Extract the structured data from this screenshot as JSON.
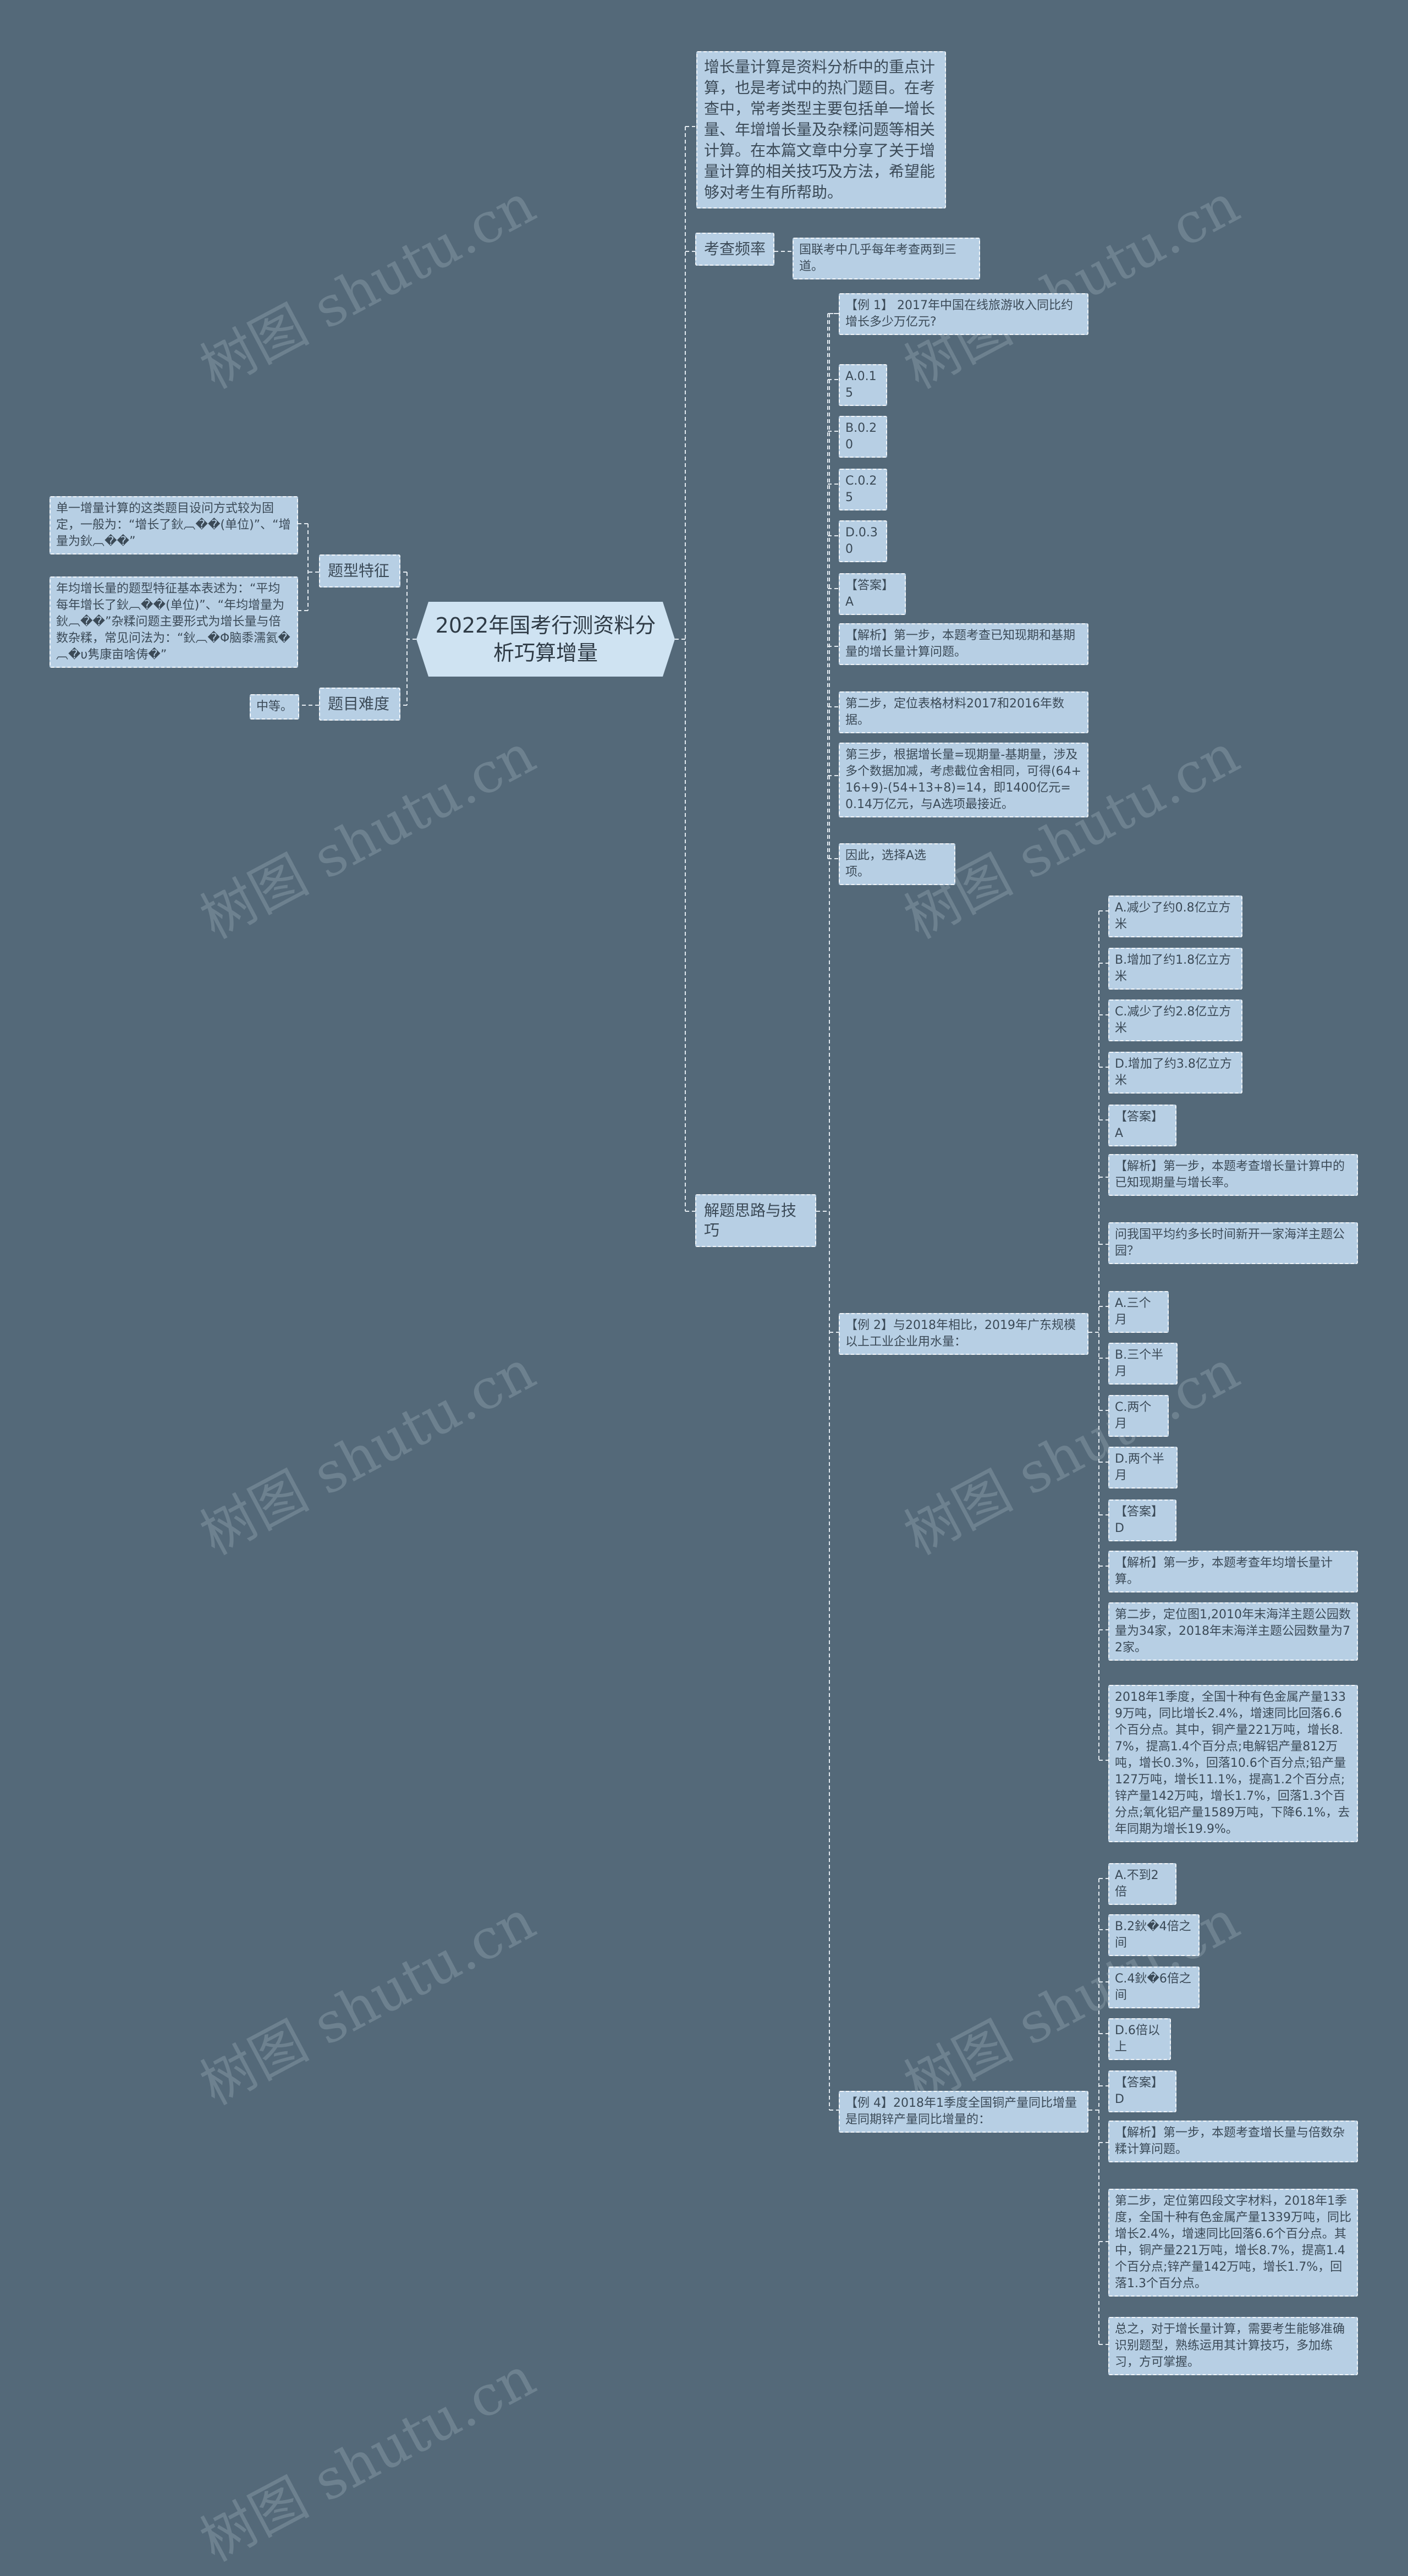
{
  "root": "2022年国考行测资料分析巧算增量",
  "branches": {
    "intro": "增长量计算是资料分析中的重点计算，也是考试中的热门题目。在考查中，常考类型主要包括单一增长量、年增增长量及杂糅问题等相关计算。在本篇文章中分享了关于增量计算的相关技巧及方法，希望能够对考生有所帮助。",
    "freq_label": "考查频率",
    "freq_value": "国联考中几乎每年考查两到三道。",
    "tech_label": "解题思路与技巧",
    "type_label": "题型特征",
    "type_a": "单一增量计算的这类题目设问方式较为固定，一般为：“增长了鈥︹��(单位)”、“增量为鈥︹��”",
    "type_b": "年均增长量的题型特征基本表述为：“平均每年增长了鈥︹��(单位)”、“年均增量为鈥︹��”杂糅问题主要形式为增长量与倍数杂糅，常见问法为：“鈥︹�Φ脑黍濡氦�︹�υ隽康亩啥俦�”",
    "diff_label": "题目难度",
    "diff_value": "中等。"
  },
  "example1": {
    "question": "【例 1】 2017年中国在线旅游收入同比约增长多少万亿元?",
    "items": [
      "A.0.15",
      "B.0.20",
      "C.0.25",
      "D.0.30",
      "【答案】A",
      "【解析】第一步，本题考查已知现期和基期量的增长量计算问题。",
      "第二步，定位表格材料2017和2016年数据。",
      "第三步，根据增长量=现期量-基期量，涉及多个数据加减，考虑截位舍相同，可得(64+16+9)-(54+13+8)=14，即1400亿元=0.14万亿元，与A选项最接近。",
      "因此，选择A选项。"
    ]
  },
  "example2": {
    "question": "【例 2】与2018年相比，2019年广东规模以上工业企业用水量：",
    "items": [
      "A.减少了约0.8亿立方米",
      "B.增加了约1.8亿立方米",
      "C.减少了约2.8亿立方米",
      "D.增加了约3.8亿立方米",
      "【答案】A",
      "【解析】第一步，本题考查增长量计算中的已知现期量与增长率。",
      "问我国平均约多长时间新开一家海洋主题公园？",
      "A.三个月",
      "B.三个半月",
      "C.两个月",
      "D.两个半月",
      "【答案】D",
      "【解析】第一步，本题考查年均增长量计算。",
      "第二步，定位图1,2010年末海洋主题公园数量为34家，2018年末海洋主题公园数量为72家。",
      "2018年1季度，全国十种有色金属产量1339万吨，同比增长2.4%，增速同比回落6.6个百分点。其中，铜产量221万吨，增长8.7%，提高1.4个百分点;电解铝产量812万吨，增长0.3%，回落10.6个百分点;铅产量127万吨，增长11.1%，提高1.2个百分点;锌产量142万吨，增长1.7%，回落1.3个百分点;氧化铝产量1589万吨，下降6.1%，去年同期为增长19.9%。"
    ]
  },
  "example4": {
    "question": "【例 4】2018年1季度全国铜产量同比增量是同期锌产量同比增量的：",
    "items": [
      "A.不到2倍",
      "B.2鈥�4倍之间",
      "C.4鈥�6倍之间",
      "D.6倍以上",
      "【答案】D",
      "【解析】第一步，本题考查增长量与倍数杂糅计算问题。",
      "第二步，定位第四段文字材料，2018年1季度，全国十种有色金属产量1339万吨，同比增长2.4%，增速同比回落6.6个百分点。其中，铜产量221万吨，增长8.7%，提高1.4个百分点;锌产量142万吨，增长1.7%，回落1.3个百分点。",
      "总之，对于增长量计算，需要考生能够准确识别题型，熟练运用其计算技巧，多加练习，方可掌握。"
    ]
  },
  "watermark": "树图 shutu.cn"
}
